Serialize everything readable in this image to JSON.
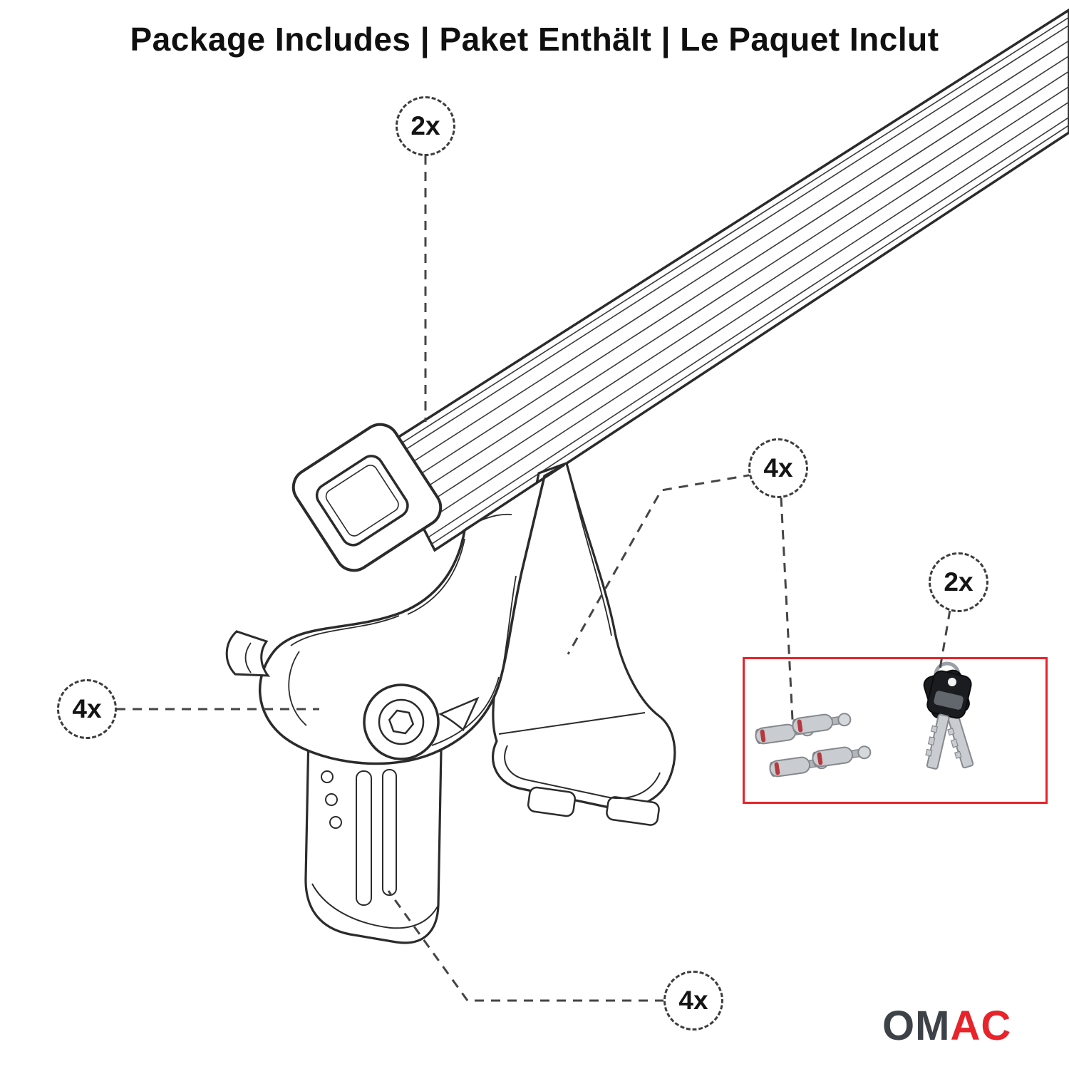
{
  "title": "Package Includes | Paket Enthält | Le Paquet Inclut",
  "callouts": {
    "crossbar": "2x",
    "lock_bolts": "4x",
    "keys": "2x",
    "foot": "4x",
    "clamp": "4x"
  },
  "logo": {
    "part1": "OM",
    "part2": "AC"
  },
  "colors": {
    "accent_red": "#e8232a",
    "line_dark": "#2b2b2b",
    "dash_gray": "#454545"
  },
  "illustration_parts": [
    "crossbar",
    "end-cap",
    "mounting-foot",
    "clamp-plate",
    "lock-bolt-set",
    "key-pair"
  ]
}
